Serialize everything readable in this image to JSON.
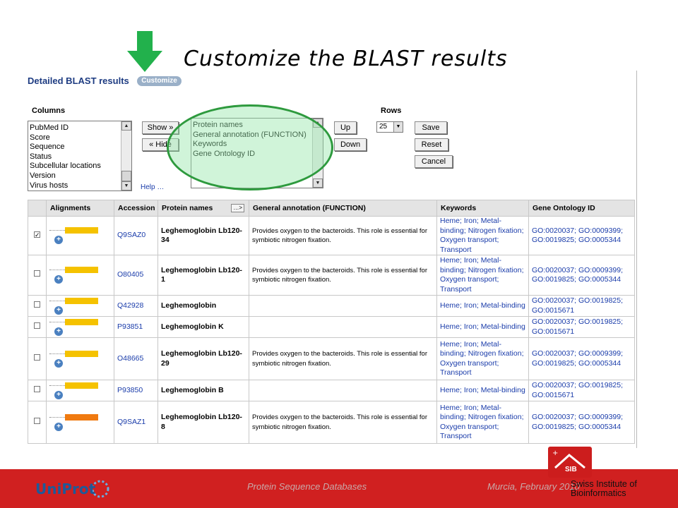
{
  "slide": {
    "title": "Customize the BLAST results"
  },
  "panel": {
    "title": "Detailed BLAST results",
    "customize_label": "Customize",
    "columns_label": "Columns",
    "rows_label": "Rows",
    "help_label": "Help …",
    "available_columns": [
      "PubMed ID",
      "Score",
      "Sequence",
      "Status",
      "Subcellular locations",
      "Version",
      "Virus hosts"
    ],
    "selected_columns": [
      "Protein names",
      "General annotation (FUNCTION)",
      "Keywords",
      "Gene Ontology ID"
    ],
    "show_label": "Show »",
    "hide_label": "« Hide",
    "up_label": "Up",
    "down_label": "Down",
    "rows_value": "25",
    "save_label": "Save",
    "reset_label": "Reset",
    "cancel_label": "Cancel"
  },
  "table": {
    "headers": {
      "alignments": "Alignments",
      "accession": "Accession",
      "protein_names": "Protein names",
      "collapse": "…>",
      "general_annotation": "General annotation (FUNCTION)",
      "keywords": "Keywords",
      "go": "Gene Ontology ID"
    },
    "rows": [
      {
        "checked": true,
        "bar_color": "#f5c200",
        "accession": "Q9SAZ0",
        "protein": "Leghemoglobin Lb120-34",
        "annotation": "Provides oxygen to the bacteroids. This role is essential for symbiotic nitrogen fixation.",
        "keywords": "Heme; Iron; Metal-binding; Nitrogen fixation; Oxygen transport; Transport",
        "go": "GO:0020037; GO:0009399; GO:0019825; GO:0005344"
      },
      {
        "checked": false,
        "bar_color": "#f5c200",
        "accession": "O80405",
        "protein": "Leghemoglobin Lb120-1",
        "annotation": "Provides oxygen to the bacteroids. This role is essential for symbiotic nitrogen fixation.",
        "keywords": "Heme; Iron; Metal-binding; Nitrogen fixation; Oxygen transport; Transport",
        "go": "GO:0020037; GO:0009399; GO:0019825; GO:0005344"
      },
      {
        "checked": false,
        "bar_color": "#f5c200",
        "accession": "Q42928",
        "protein": "Leghemoglobin",
        "annotation": "",
        "keywords": "Heme; Iron; Metal-binding",
        "go": "GO:0020037; GO:0019825; GO:0015671"
      },
      {
        "checked": false,
        "bar_color": "#f5c200",
        "accession": "P93851",
        "protein": "Leghemoglobin K",
        "annotation": "",
        "keywords": "Heme; Iron; Metal-binding",
        "go": "GO:0020037; GO:0019825; GO:0015671"
      },
      {
        "checked": false,
        "bar_color": "#f5c200",
        "accession": "O48665",
        "protein": "Leghemoglobin Lb120-29",
        "annotation": "Provides oxygen to the bacteroids. This role is essential for symbiotic nitrogen fixation.",
        "keywords": "Heme; Iron; Metal-binding; Nitrogen fixation; Oxygen transport; Transport",
        "go": "GO:0020037; GO:0009399; GO:0019825; GO:0005344"
      },
      {
        "checked": false,
        "bar_color": "#f5c200",
        "accession": "P93850",
        "protein": "Leghemoglobin B",
        "annotation": "",
        "keywords": "Heme; Iron; Metal-binding",
        "go": "GO:0020037; GO:0019825; GO:0015671"
      },
      {
        "checked": false,
        "bar_color": "#f07a10",
        "accession": "Q9SAZ1",
        "protein": "Leghemoglobin Lb120-8",
        "annotation": "Provides oxygen to the bacteroids. This role is essential for symbiotic nitrogen fixation.",
        "keywords": "Heme; Iron; Metal-binding; Nitrogen fixation; Oxygen transport; Transport",
        "go": "GO:0020037; GO:0009399; GO:0019825; GO:0005344"
      }
    ]
  },
  "footer": {
    "logo_text": "UniProt",
    "center_text": "Protein Sequence Databases",
    "right_text": "Murcia, February 2010",
    "sib_badge": "SIB",
    "sib_line1": "Swiss Institute of",
    "sib_line2": "Bioinformatics"
  }
}
